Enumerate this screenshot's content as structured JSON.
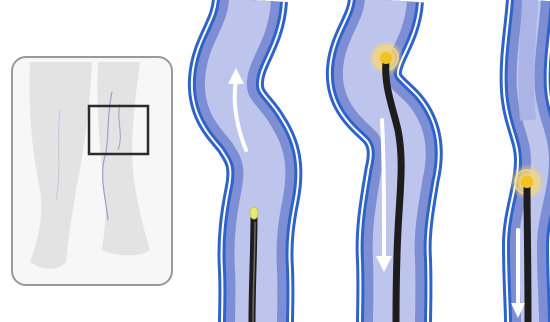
{
  "colors": {
    "background": "#ffffff",
    "inset_frame": "#9a9a9a",
    "inset_fill": "#f7f7f7",
    "leg_silhouette": "#e3e3e3",
    "vein_lines": "#9aa0c8",
    "highlight_box": "#2b2b2b",
    "vein_outer": "#2f63c8",
    "vein_lumen": "#7d8ed4",
    "vein_inner": "#c9cff0",
    "catheter": "#1d1d1d",
    "catheter_highlight": "#6a6a6a",
    "arrow": "#ffffff",
    "laser_core": "#f2c320",
    "laser_glow": "#f7d77a",
    "laser_tip_small": "#e8e77a"
  },
  "panels": [
    {
      "name": "inset-leg-overview",
      "icon": "legs-icon"
    },
    {
      "name": "catheter-inserted",
      "arrow_direction": "up"
    },
    {
      "name": "catheter-ablating",
      "arrow_direction": "down"
    },
    {
      "name": "vein-closed",
      "arrow_direction": "down"
    }
  ]
}
